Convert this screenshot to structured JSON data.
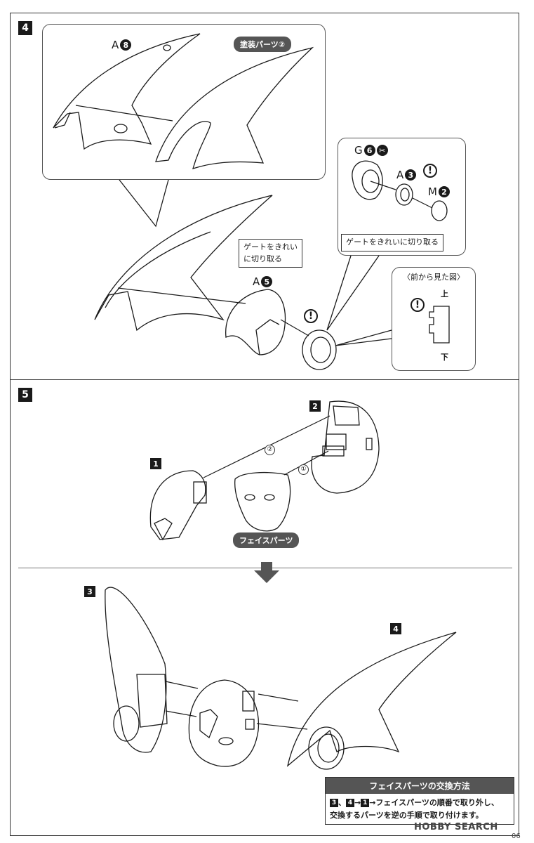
{
  "step4": {
    "badge": "4",
    "part_a8": {
      "letter": "A",
      "num": "8"
    },
    "paint_parts_pill": "塗装パーツ②",
    "part_g6": {
      "letter": "G",
      "num": "6"
    },
    "part_a3": {
      "letter": "A",
      "num": "3"
    },
    "part_m2": {
      "letter": "M",
      "num": "2"
    },
    "part_a5": {
      "letter": "A",
      "num": "5"
    },
    "gate_note_1": "ゲートをきれい\nに切り取る",
    "gate_note_2": "ゲートをきれいに切り取る",
    "front_view": {
      "title": "〈前から見た図〉",
      "top": "上",
      "bottom": "下"
    },
    "exclamation": "!"
  },
  "step5": {
    "badge": "5",
    "part_labels": [
      "1",
      "2",
      "3",
      "4"
    ],
    "order_marks": [
      "②",
      "①"
    ],
    "face_parts_pill": "フェイスパーツ"
  },
  "infobox": {
    "title": "フェイスパーツの交換方法",
    "badge_a": "3",
    "sep": "、",
    "badge_b": "4",
    "arrow": "→",
    "badge_c": "1",
    "line1_rest": "→フェイスパーツの順番で取り外し、",
    "line2": "交換するパーツを逆の手順で取り付けます。"
  },
  "footer": {
    "watermark": "HOBBY SEARCH",
    "page_number": "06"
  }
}
